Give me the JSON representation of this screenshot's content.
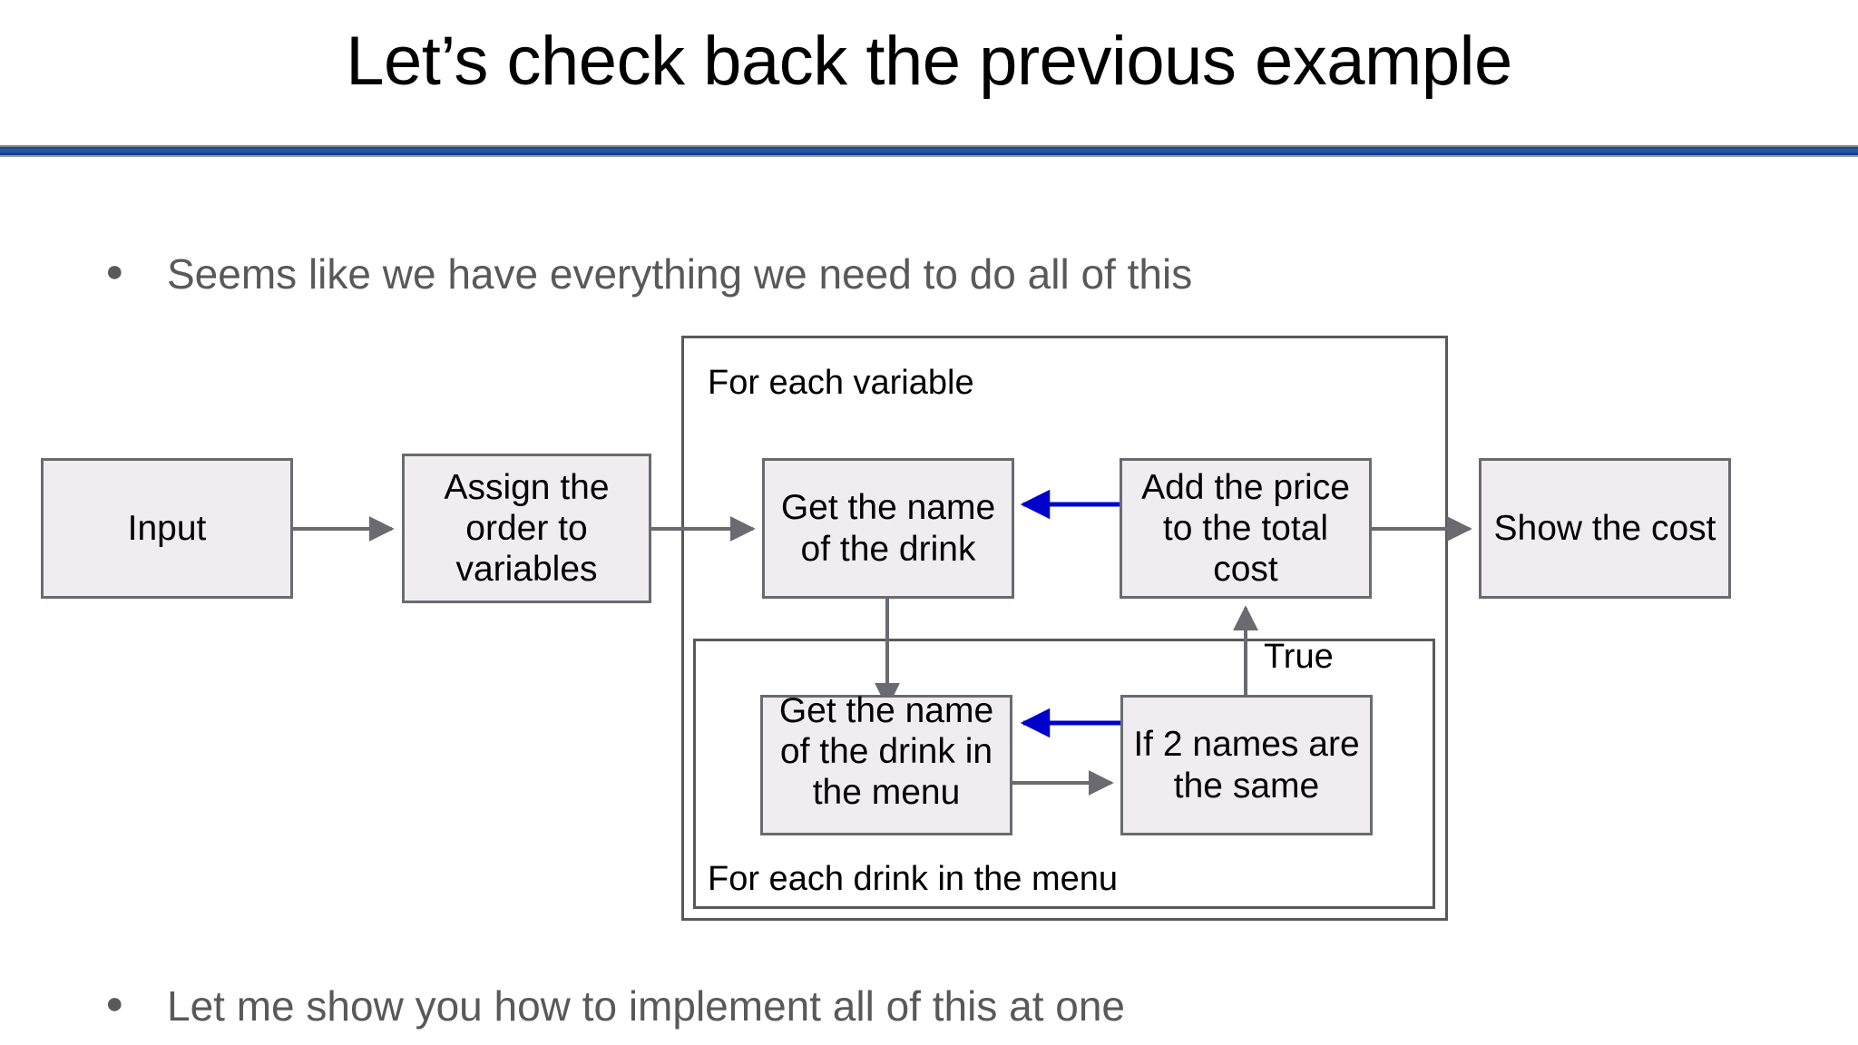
{
  "slide": {
    "title": "Let’s check back the previous example",
    "background_color": "#ffffff",
    "divider_color": "#1e54ad"
  },
  "bullets": [
    {
      "marker": "●",
      "text": "Seems like we have everything we need to do all of this"
    },
    {
      "marker": "●",
      "text": "Let me show you how to implement all of this at one"
    }
  ],
  "diagram": {
    "type": "flowchart",
    "node_fill": "#efedf0",
    "node_border": "#6a6a70",
    "arrow_color": "#6a6a70",
    "loop_arrow_color": "#0000cc",
    "containers": [
      {
        "id": "outer-loop",
        "label": "For each variable"
      },
      {
        "id": "inner-loop",
        "label": "For each drink in the menu"
      }
    ],
    "nodes": [
      {
        "id": "input",
        "label": "Input"
      },
      {
        "id": "assign",
        "label": "Assign the order to variables"
      },
      {
        "id": "get-name",
        "label": "Get the name of the drink"
      },
      {
        "id": "add-price",
        "label": "Add the price to the total cost"
      },
      {
        "id": "show-cost",
        "label": "Show the cost"
      },
      {
        "id": "get-menu-name",
        "label": "Get the name of the drink in the menu"
      },
      {
        "id": "if-names",
        "label": "If 2 names are the same"
      }
    ],
    "edge_labels": [
      {
        "id": "true",
        "label": "True"
      }
    ]
  }
}
